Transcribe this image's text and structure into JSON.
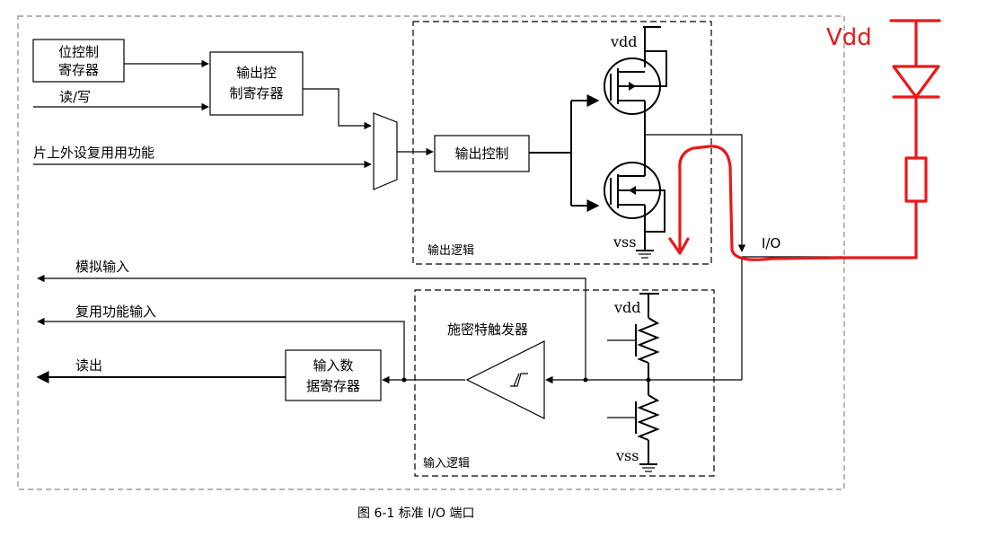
{
  "blocks": {
    "bit_control_register": [
      "位控制",
      "寄存器"
    ],
    "output_control_register": [
      "输出控",
      "制寄存器"
    ],
    "output_control": "输出控制",
    "input_data_register": [
      "输入数",
      "据寄存器"
    ],
    "schmitt_trigger": "施密特触发器"
  },
  "signals": {
    "read_write": "读/写",
    "peripheral_alt_function": "片上外设复用用功能",
    "analog_input": "模拟输入",
    "alt_function_input": "复用功能输入",
    "read_out": "读出"
  },
  "regions": {
    "output_logic": "输出逻辑",
    "input_logic": "输入逻辑"
  },
  "pins": {
    "vdd_output": "vdd",
    "vss_output": "vss",
    "vdd_input": "vdd",
    "vss_input": "vss",
    "io": "I/O"
  },
  "annotation": {
    "vdd_label": "Vdd",
    "color": "#e8191b"
  },
  "caption": "图 6-1 标准 I/O 端口"
}
